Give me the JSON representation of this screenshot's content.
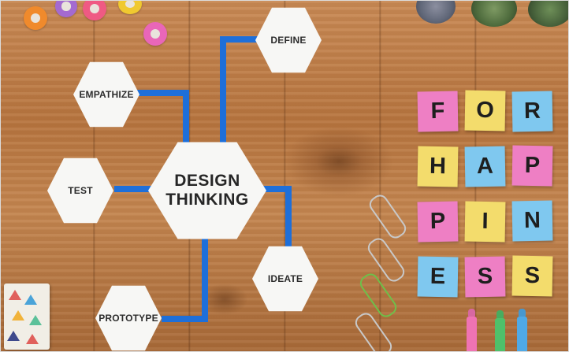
{
  "diagram": {
    "center": "DESIGN\nTHINKING",
    "stages": {
      "define": "DEFINE",
      "empathize": "EMPATHIZE",
      "test": "TEST",
      "ideate": "IDEATE",
      "prototype": "PROTOTYPE"
    },
    "connector_color": "#1e6fd9"
  },
  "sticky_notes": {
    "row1": [
      "F",
      "O",
      "R"
    ],
    "row2": [
      "H",
      "A",
      "P"
    ],
    "row3": [
      "P",
      "I",
      "N"
    ],
    "row4": [
      "E",
      "S",
      "S"
    ]
  },
  "colors": {
    "pink": "#ee7fc4",
    "yellow": "#f3dc6c",
    "blue": "#7fc8ef",
    "hexagon": "#f7f7f5"
  }
}
